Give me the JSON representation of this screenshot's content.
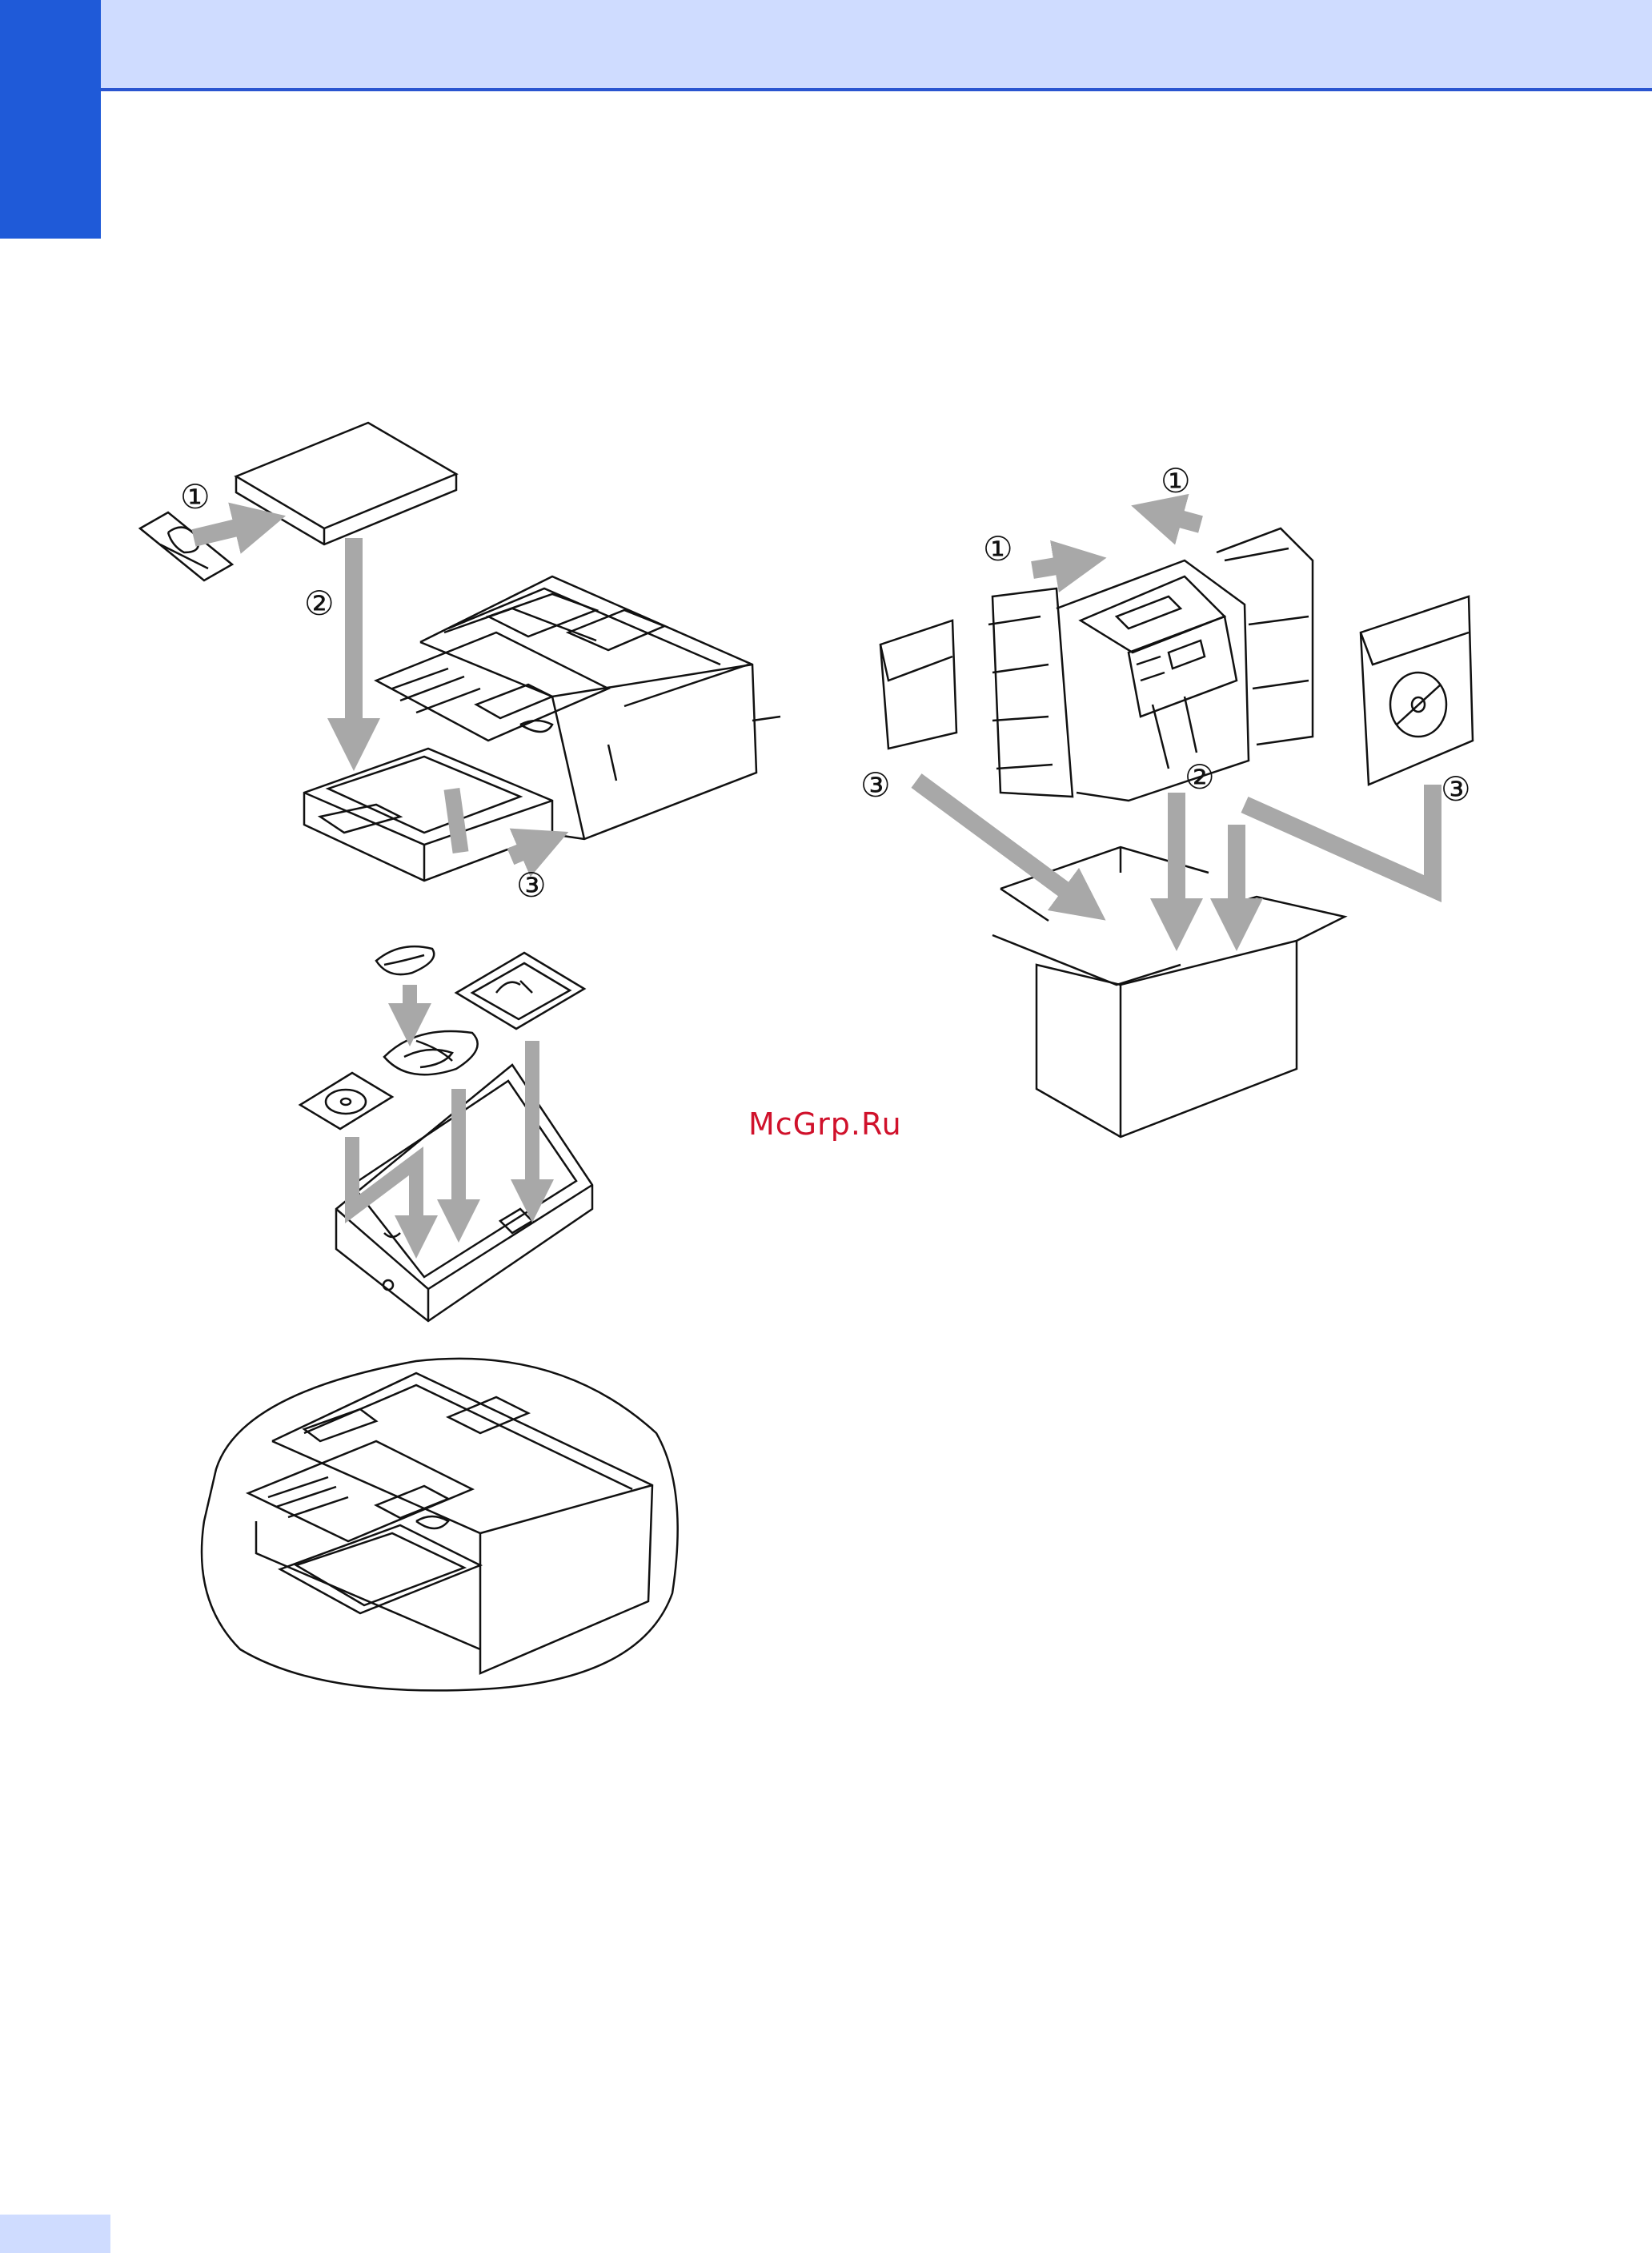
{
  "watermark": "McGrp.Ru",
  "callouts": {
    "left_1": "①",
    "left_2": "②",
    "left_3": "③",
    "right_1a": "①",
    "right_1b": "①",
    "right_2": "②",
    "right_3a": "③",
    "right_3b": "③"
  },
  "colors": {
    "header_band": "#cfdcff",
    "header_tab": "#1f5ad8",
    "arrow_gray": "#a8a8a8",
    "watermark": "#d0112b"
  }
}
